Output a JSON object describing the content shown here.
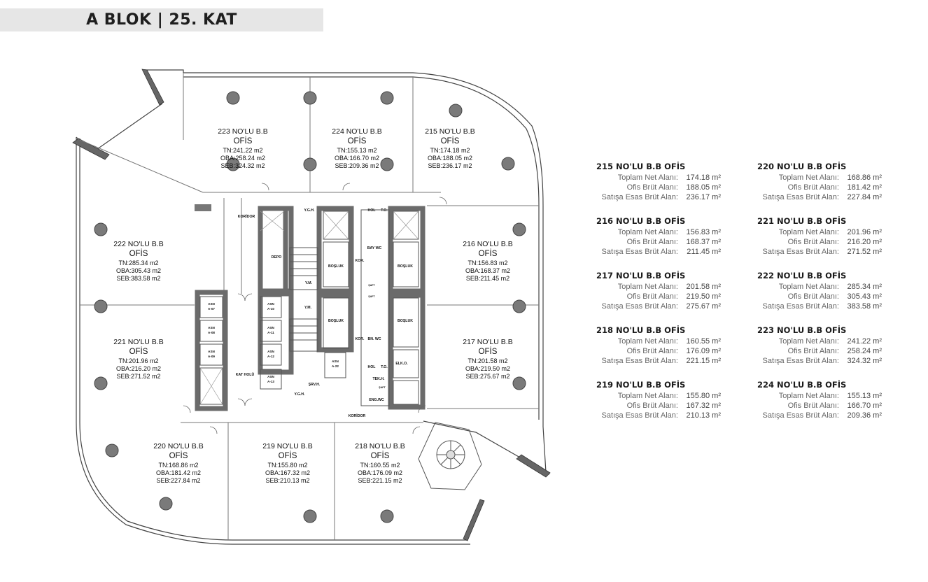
{
  "header": {
    "title": "A BLOK  |  25. KAT"
  },
  "plan_units": [
    {
      "id": "223",
      "title": "223 NO'LU B.B",
      "type": "OFİS",
      "tn": "TN:241.22 m2",
      "oba": "OBA:258.24 m2",
      "seb": "SEB:324.32 m2"
    },
    {
      "id": "224",
      "title": "224 NO'LU B.B",
      "type": "OFİS",
      "tn": "TN:155.13 m2",
      "oba": "OBA:166.70 m2",
      "seb": "SEB:209.36 m2"
    },
    {
      "id": "215",
      "title": "215 NO'LU B.B",
      "type": "OFİS",
      "tn": "TN:174.18 m2",
      "oba": "OBA:188.05 m2",
      "seb": "SEB:236.17 m2"
    },
    {
      "id": "222",
      "title": "222 NO'LU B.B",
      "type": "OFİS",
      "tn": "TN:285.34 m2",
      "oba": "OBA:305.43 m2",
      "seb": "SEB:383.58 m2"
    },
    {
      "id": "216",
      "title": "216 NO'LU B.B",
      "type": "OFİS",
      "tn": "TN:156.83 m2",
      "oba": "OBA:168.37 m2",
      "seb": "SEB:211.45 m2"
    },
    {
      "id": "221",
      "title": "221 NO'LU B.B",
      "type": "OFİS",
      "tn": "TN:201.96 m2",
      "oba": "OBA:216.20 m2",
      "seb": "SEB:271.52 m2"
    },
    {
      "id": "217",
      "title": "217 NO'LU B.B",
      "type": "OFİS",
      "tn": "TN:201.58 m2",
      "oba": "OBA:219.50 m2",
      "seb": "SEB:275.67 m2"
    },
    {
      "id": "220",
      "title": "220 NO'LU B.B",
      "type": "OFİS",
      "tn": "TN:168.86 m2",
      "oba": "OBA:181.42 m2",
      "seb": "SEB:227.84 m2"
    },
    {
      "id": "219",
      "title": "219 NO'LU B.B",
      "type": "OFİS",
      "tn": "TN:155.80 m2",
      "oba": "OBA:167.32 m2",
      "seb": "SEB:210.13 m2"
    },
    {
      "id": "218",
      "title": "218 NO'LU B.B",
      "type": "OFİS",
      "tn": "TN:160.55 m2",
      "oba": "OBA:176.09 m2",
      "seb": "SEB:221.15 m2"
    }
  ],
  "core_labels": {
    "koridor_top": "KORİDOR",
    "koridor_bottom": "KORİDOR",
    "depo": "DEPO",
    "kat_holu": "KAT HOLÜ",
    "ygh_top": "Y.G.H.",
    "ygh_bottom": "Y.G.H.",
    "ym_top": "Y.M.",
    "ym_bottom": "Y.M.",
    "bosluk_1": "BOŞLUK",
    "bosluk_2": "BOŞLUK",
    "bosluk_3": "BOŞLUK",
    "bosluk_4": "BOŞLUK",
    "hol_top": "HOL",
    "to_top": "T.O.",
    "bay_wc": "BAY WC",
    "kor_1": "KOR.",
    "kor_2": "KOR.",
    "bn_wc": "BN. WC",
    "hol_bottom": "HOL",
    "to_bottom": "T.O.",
    "tek_h": "TEK.H.",
    "shaft_1": "ŞAFT",
    "shaft_2": "ŞAFT",
    "shaft_3": "ŞAFT",
    "elk_o": "ELK.O.",
    "sprv_h": "ŞRV.H.",
    "eng_wc": "ENG.WC",
    "elevators": [
      "A-07",
      "A-08",
      "A-09",
      "A-10",
      "A-11",
      "A-12",
      "A-13",
      "A-22"
    ],
    "asn": "ASN"
  },
  "summary_labels": {
    "tn": "Toplam Net Alanı:",
    "oba": "Ofis Brüt Alanı:",
    "seb": "Satışa Esas Brüt Alan:"
  },
  "summary": [
    {
      "title": "215 NO'LU B.B OFİS",
      "tn": "174.18 m²",
      "oba": "188.05 m²",
      "seb": "236.17 m²"
    },
    {
      "title": "216 NO'LU B.B OFİS",
      "tn": "156.83 m²",
      "oba": "168.37 m²",
      "seb": "211.45 m²"
    },
    {
      "title": "217 NO'LU B.B OFİS",
      "tn": "201.58 m²",
      "oba": "219.50 m²",
      "seb": "275.67 m²"
    },
    {
      "title": "218 NO'LU B.B OFİS",
      "tn": "160.55 m²",
      "oba": "176.09 m²",
      "seb": "221.15 m²"
    },
    {
      "title": "219 NO'LU B.B OFİS",
      "tn": "155.80 m²",
      "oba": "167.32 m²",
      "seb": "210.13 m²"
    },
    {
      "title": "220 NO'LU B.B OFİS",
      "tn": "168.86 m²",
      "oba": "181.42 m²",
      "seb": "227.84 m²"
    },
    {
      "title": "221 NO'LU B.B OFİS",
      "tn": "201.96 m²",
      "oba": "216.20 m²",
      "seb": "271.52 m²"
    },
    {
      "title": "222 NO'LU B.B OFİS",
      "tn": "285.34 m²",
      "oba": "305.43 m²",
      "seb": "383.58 m²"
    },
    {
      "title": "223 NO'LU B.B OFİS",
      "tn": "241.22 m²",
      "oba": "258.24 m²",
      "seb": "324.32 m²"
    },
    {
      "title": "224 NO'LU B.B OFİS",
      "tn": "155.13 m²",
      "oba": "166.70 m²",
      "seb": "209.36 m²"
    }
  ]
}
